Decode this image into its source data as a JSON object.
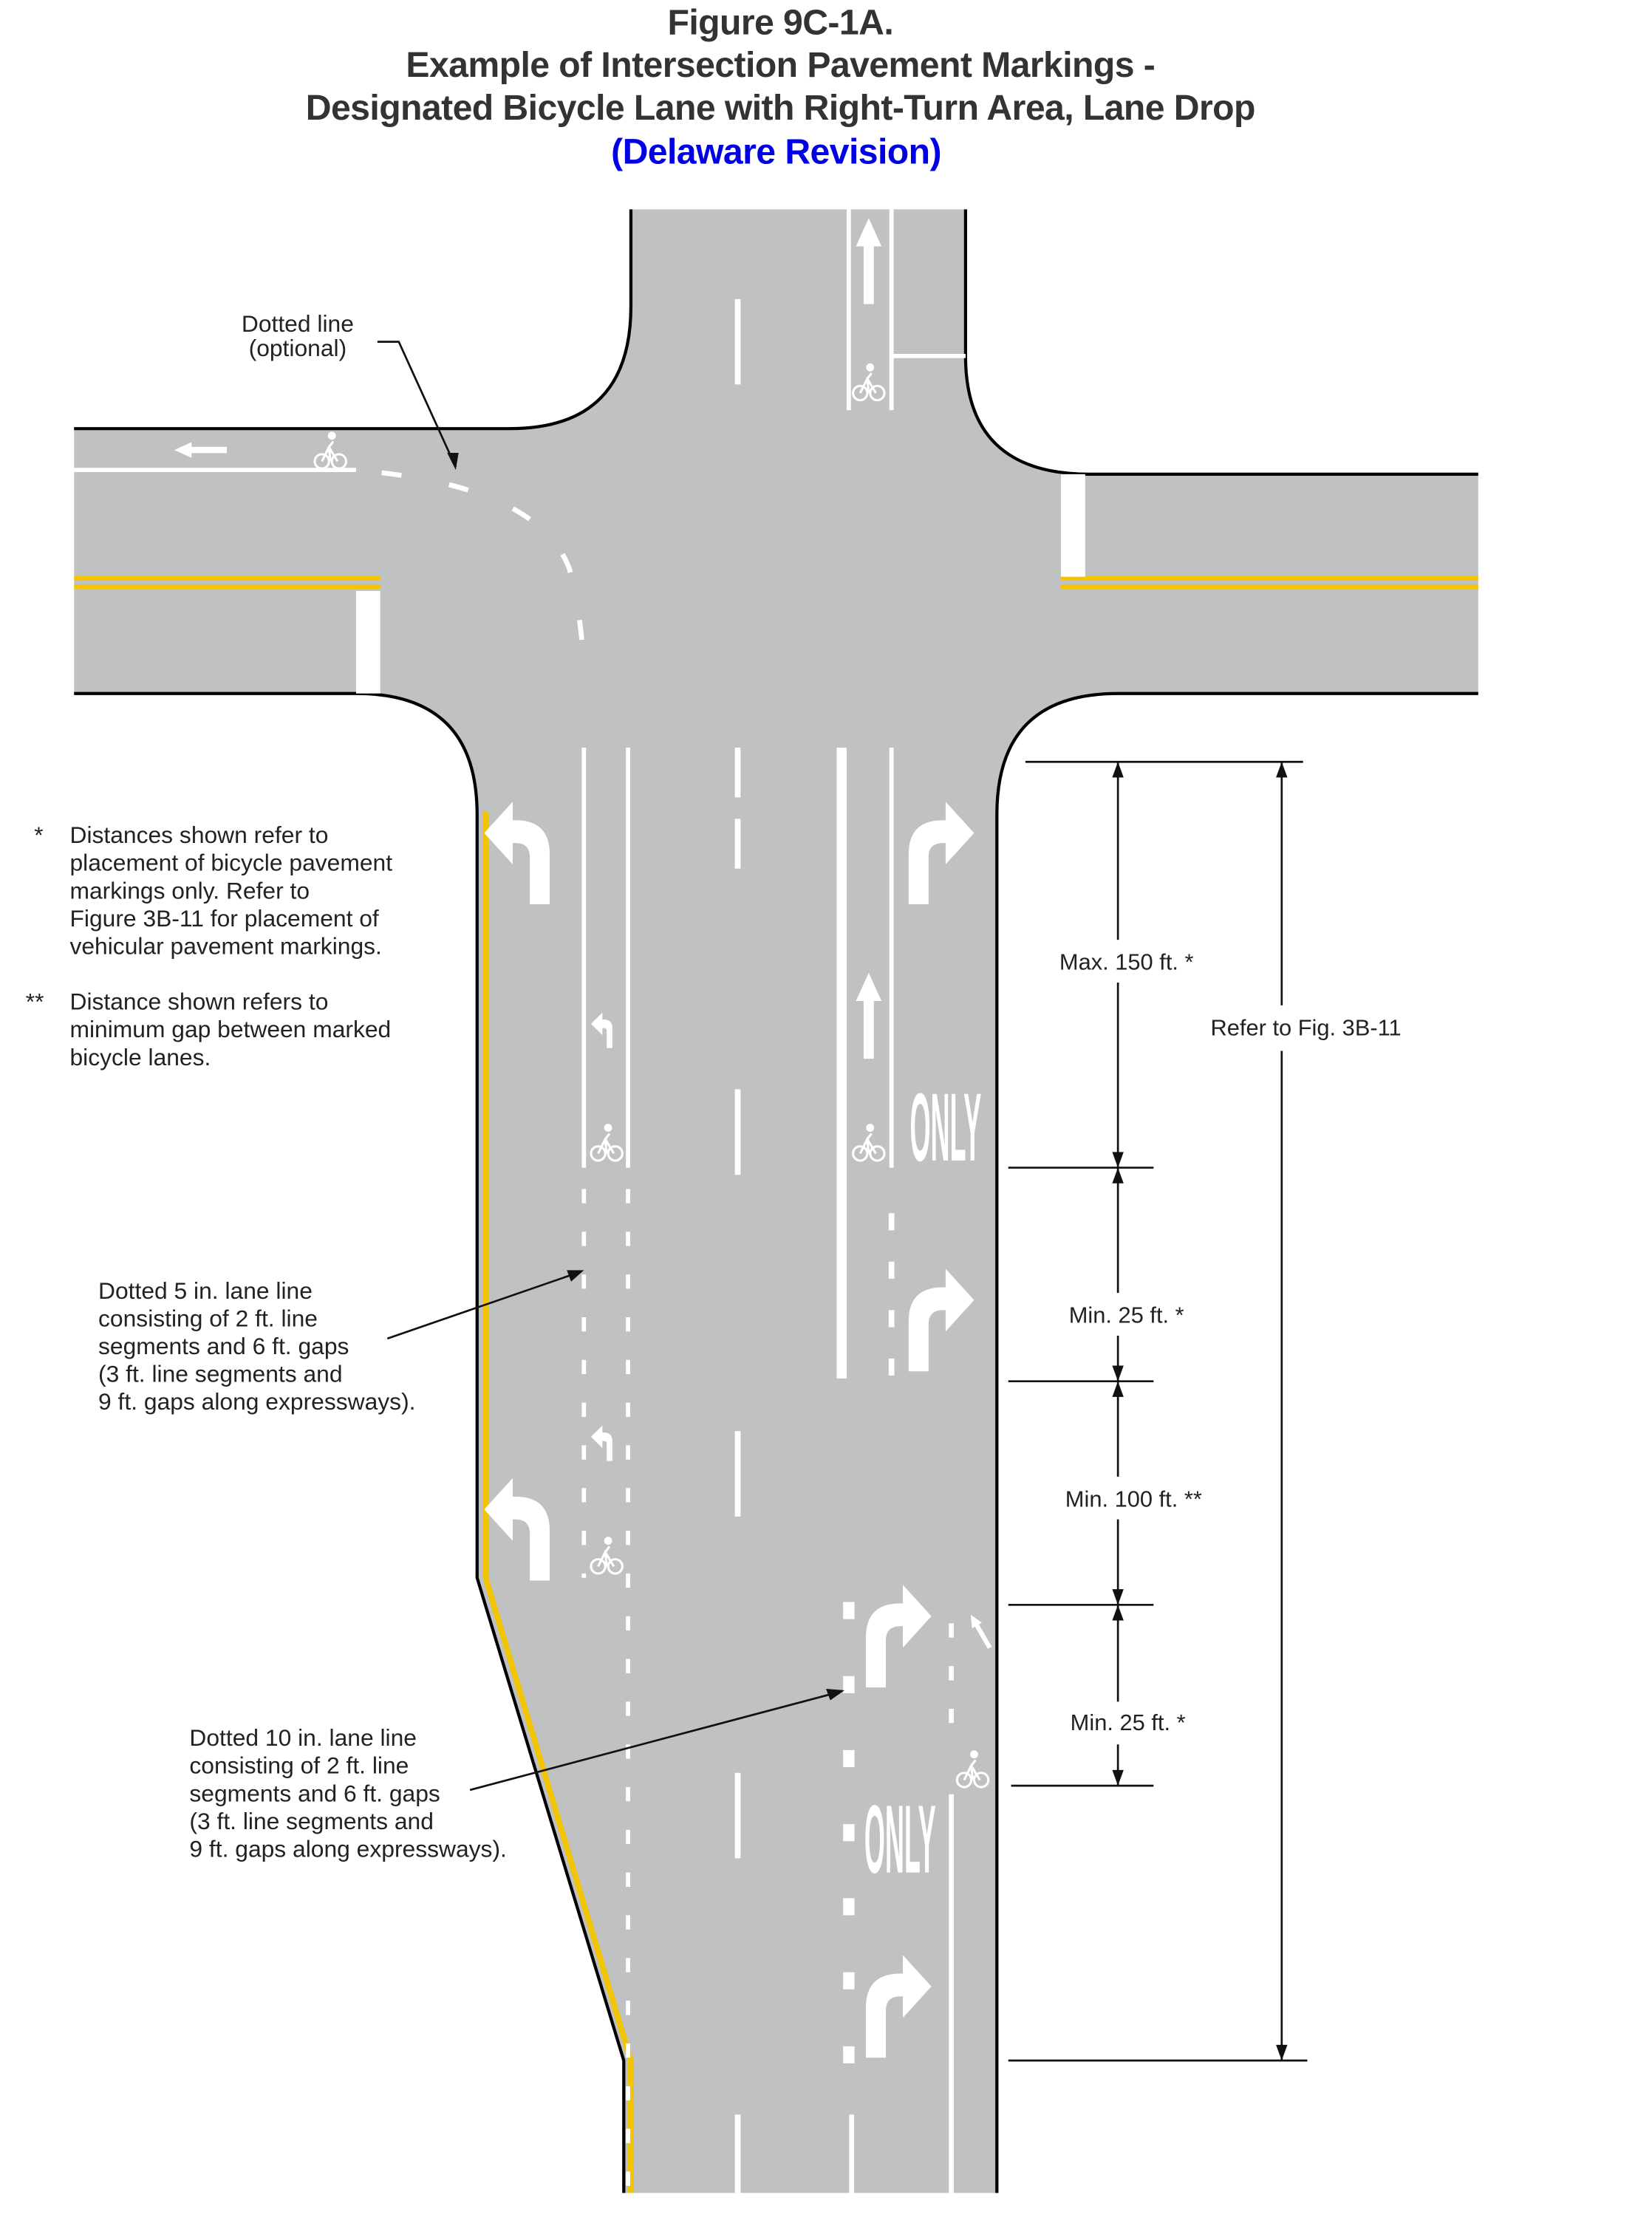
{
  "title": {
    "line1": "Figure 9C-1A.",
    "line2": "Example of Intersection Pavement Markings -",
    "line3": "Designated  Bicycle Lane with Right-Turn Area, Lane Drop",
    "subtitle": "(Delaware Revision)"
  },
  "colors": {
    "pavement": "#c0c1c3",
    "yellow": "#f2c500",
    "marking": "#ffffff",
    "subtitle": "#0000e6"
  },
  "callouts": {
    "dotted_optional": [
      "Dotted line",
      "(optional)"
    ],
    "dotted_5in": [
      "Dotted 5 in. lane line",
      "consisting of 2 ft. line",
      "segments and 6 ft. gaps",
      "(3 ft. line segments and",
      "9 ft. gaps along expressways)."
    ],
    "dotted_10in": [
      "Dotted 10 in. lane line",
      "consisting of 2 ft. line",
      "segments and 6 ft. gaps",
      "(3 ft. line segments and",
      "9 ft. gaps along expressways)."
    ]
  },
  "notes": {
    "note1_marker": "*",
    "note1": [
      "Distances shown refer to",
      "placement of bicycle pavement",
      "markings only.  Refer to",
      "Figure 3B-11 for placement of",
      "vehicular pavement markings."
    ],
    "note2_marker": "**",
    "note2": [
      "Distance shown refers to",
      "minimum gap between marked",
      "bicycle lanes."
    ]
  },
  "dimensions": {
    "max150": "Max. 150 ft. *",
    "min25a": "Min. 25 ft. *",
    "min100": "Min. 100 ft. **",
    "min25b": "Min. 25 ft. *",
    "refer": "Refer to Fig. 3B-11"
  },
  "markings": {
    "only_word": "ONLY"
  }
}
